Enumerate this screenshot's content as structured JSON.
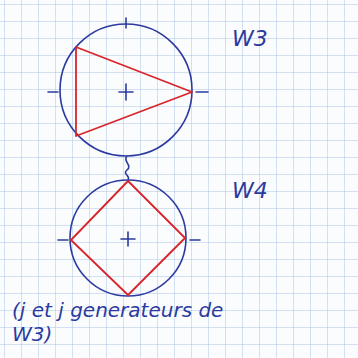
{
  "diagram": {
    "labels": [
      "W3",
      "W4",
      "(j et j generateurs de W3)"
    ]
  }
}
